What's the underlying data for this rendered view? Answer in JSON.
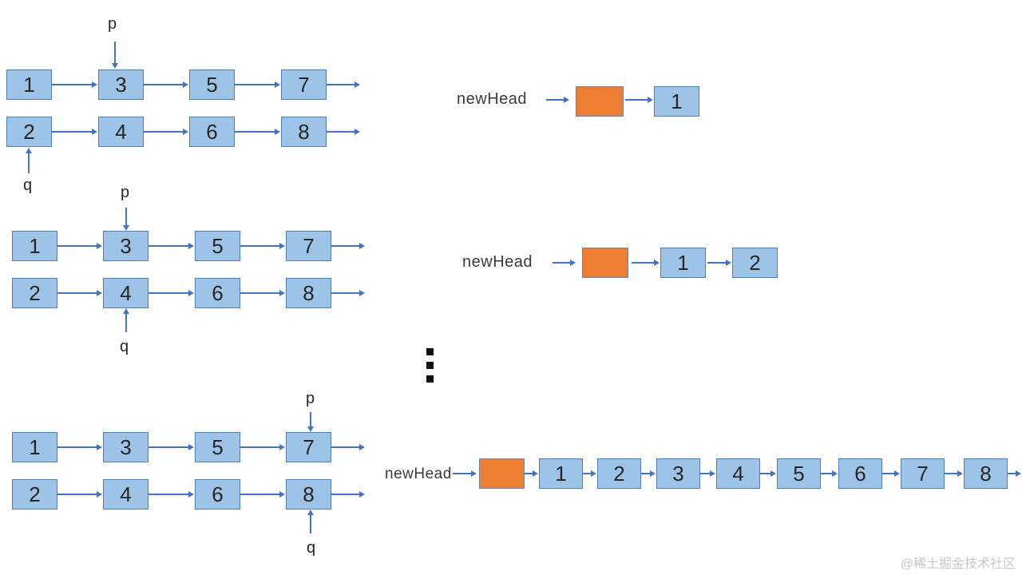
{
  "colors": {
    "node_fill": "#9dc3e6",
    "node_border": "#4d7ebf",
    "dummy_fill": "#ed7d31",
    "dummy_border": "#7083ad",
    "arrow": "#4472c4",
    "text": "#262626",
    "watermark": "#c6c6cd"
  },
  "stage1": {
    "pointer_p": "p",
    "pointer_q": "q",
    "list1": [
      "1",
      "3",
      "5",
      "7"
    ],
    "list2": [
      "2",
      "4",
      "6",
      "8"
    ],
    "new_head_label": "newHead",
    "merged": [
      "1"
    ]
  },
  "stage2": {
    "pointer_p": "p",
    "pointer_q": "q",
    "list1": [
      "1",
      "3",
      "5",
      "7"
    ],
    "list2": [
      "2",
      "4",
      "6",
      "8"
    ],
    "new_head_label": "newHead",
    "merged": [
      "1",
      "2"
    ]
  },
  "stage3": {
    "pointer_p": "p",
    "pointer_q": "q",
    "list1": [
      "1",
      "3",
      "5",
      "7"
    ],
    "list2": [
      "2",
      "4",
      "6",
      "8"
    ],
    "new_head_label": "newHead",
    "merged": [
      "1",
      "2",
      "3",
      "4",
      "5",
      "6",
      "7",
      "8"
    ]
  },
  "ellipsis_icon": "vertical-ellipsis",
  "watermark": "@稀土掘金技术社区"
}
